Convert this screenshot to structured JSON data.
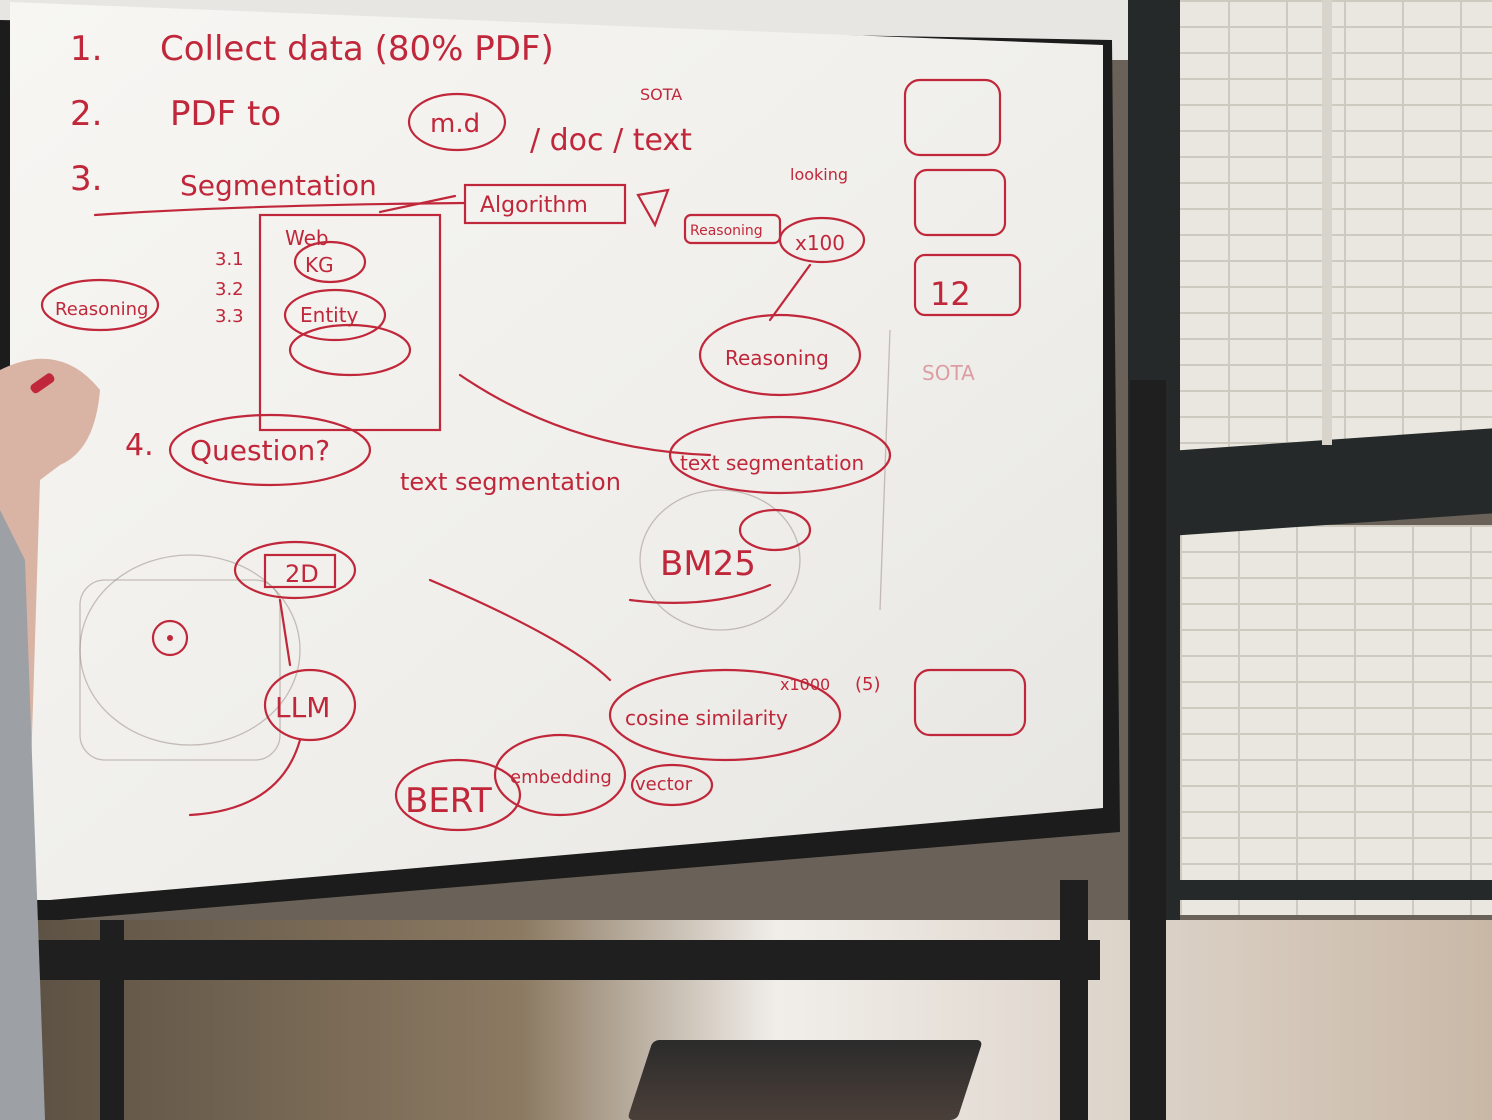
{
  "scene": {
    "colors": {
      "ink": "#c1273a",
      "board": "#f4f3f0",
      "frame": "#1c1c1c",
      "brick": "#e9e7df"
    }
  },
  "whiteboard": {
    "steps": [
      {
        "num": "1.",
        "text": "Collect data (80% PDF)",
        "note": "SOTA"
      },
      {
        "num": "2.",
        "text": "PDF to",
        "target": "m.d",
        "rest": "/ doc / text",
        "note": "looking"
      },
      {
        "num": "3.",
        "text": "Segmentation"
      },
      {
        "num": "4.",
        "text": "Question?"
      }
    ],
    "algorithm_label": "Algorithm",
    "web_box_items": [
      "Web",
      "KG",
      "Entity"
    ],
    "sub_steps": [
      "3.1",
      "3.2",
      "3.3"
    ],
    "labels": {
      "text_segmentation": "text segmentation",
      "bm25": "BM25",
      "llm": "LLM",
      "bert": "BERT",
      "embedding": "embedding",
      "vector": "vector",
      "cosine": "cosine similarity",
      "x100": "x100",
      "x1000": "x1000",
      "sota_right": "SOTA",
      "two_d": "2D",
      "top5": "(5)",
      "left_circle": "Reasoning",
      "reasoning_top": "Reasoning",
      "reasoning_mid": "Reasoning",
      "seg_text": "text segmentation",
      "twelve": "12"
    }
  }
}
